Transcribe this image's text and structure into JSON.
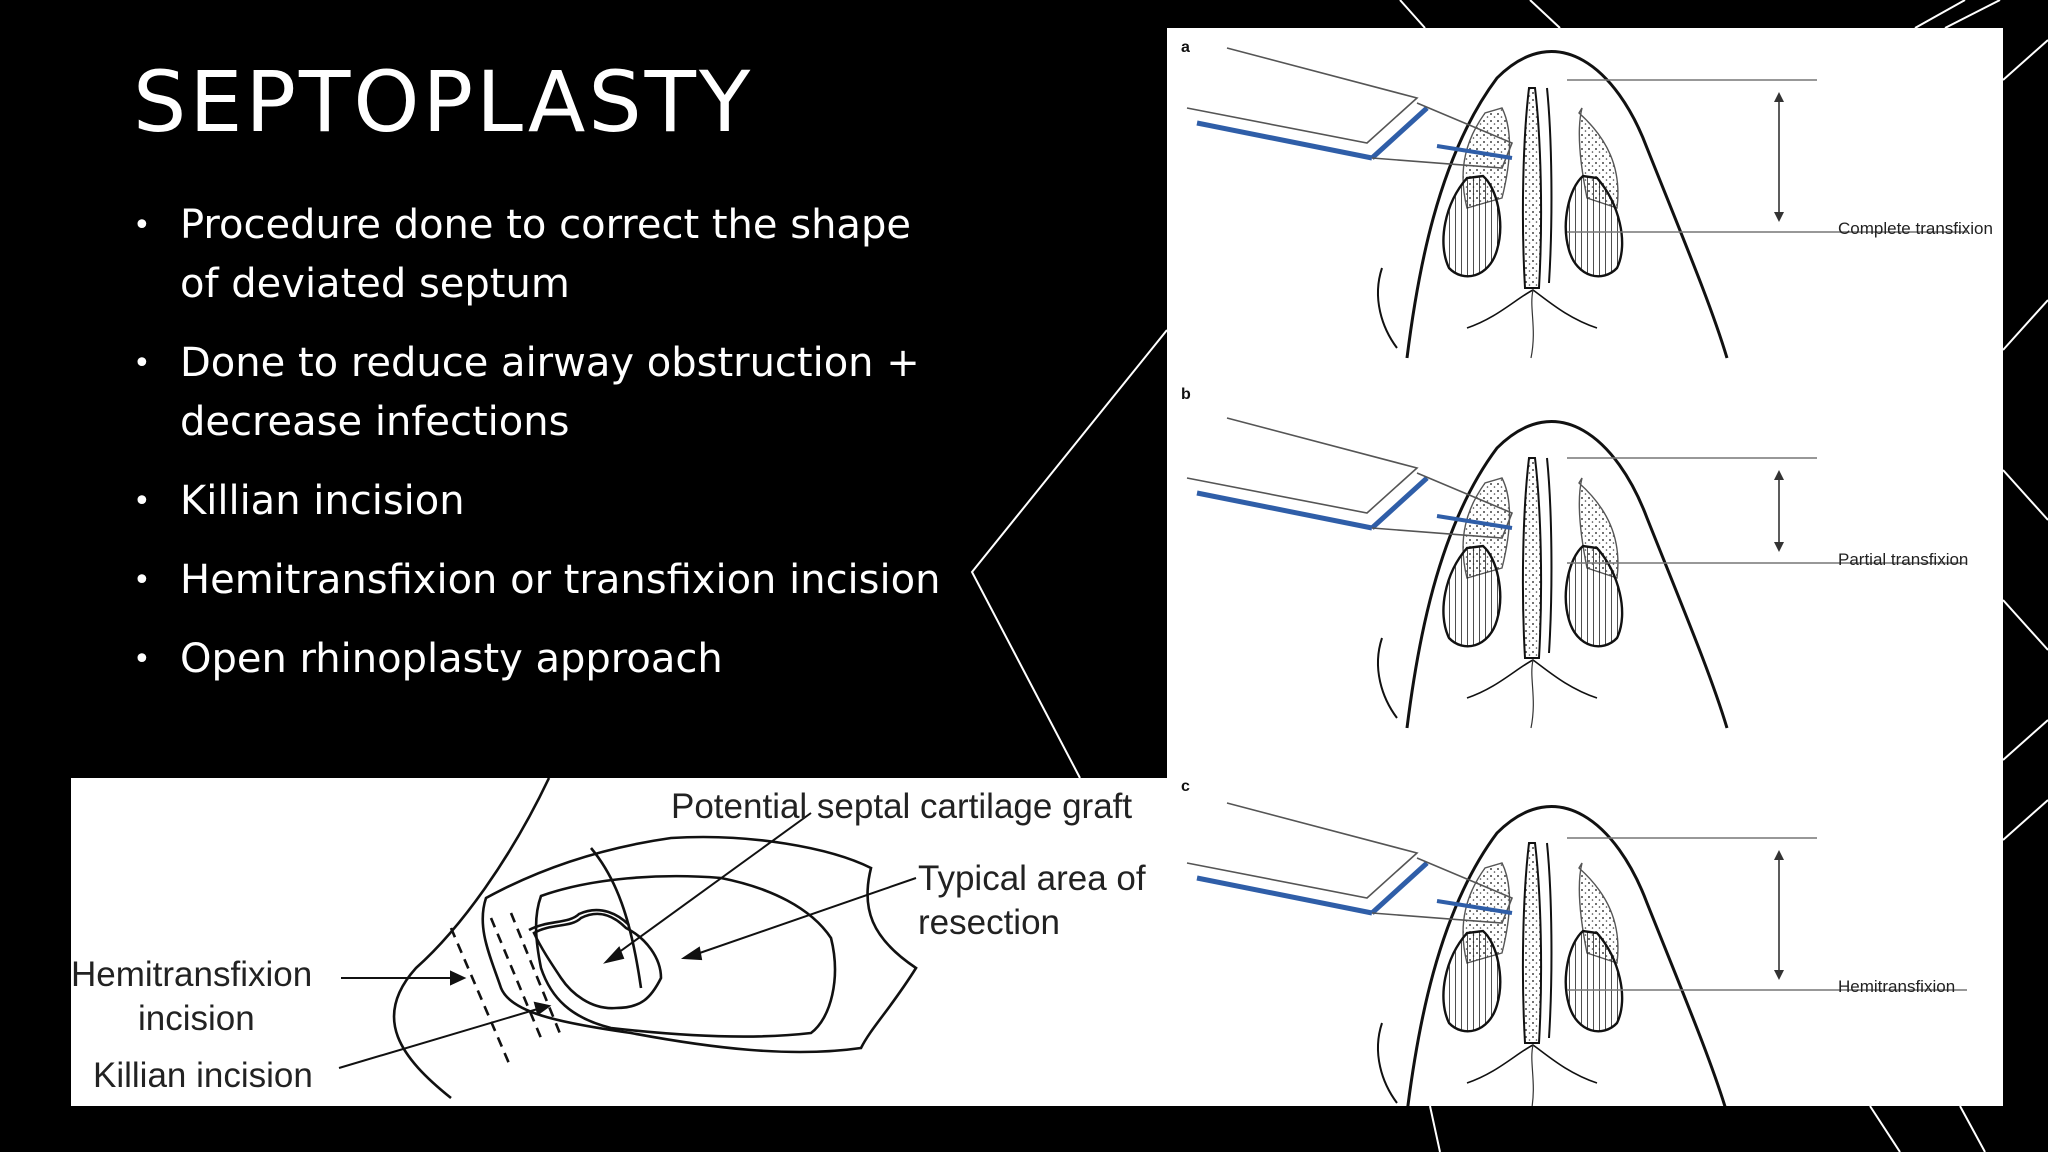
{
  "slide": {
    "title": "SEPTOPLASTY",
    "bullets": [
      "Procedure done to correct the shape of deviated septum",
      "Done to reduce airway obstruction + decrease infections",
      "Killian incision",
      "Hemitransfixion or transfixion incision",
      "Open rhinoplasty approach"
    ]
  },
  "figure_right": {
    "panels": [
      {
        "letter": "a",
        "label": "Complete transfixion"
      },
      {
        "letter": "b",
        "label": "Partial transfixion"
      },
      {
        "letter": "c",
        "label": "Hemitransfixion"
      }
    ]
  },
  "figure_bottom": {
    "labels": {
      "graft": "Potential septal cartilage graft",
      "resection_line1": "Typical area of",
      "resection_line2": "resection",
      "hemi_line1": "Hemitransfixion",
      "hemi_line2": "incision",
      "killian": "Killian incision"
    }
  },
  "colors": {
    "background": "#000000",
    "text": "#ffffff",
    "scalpel_blue": "#2f5ea8"
  }
}
